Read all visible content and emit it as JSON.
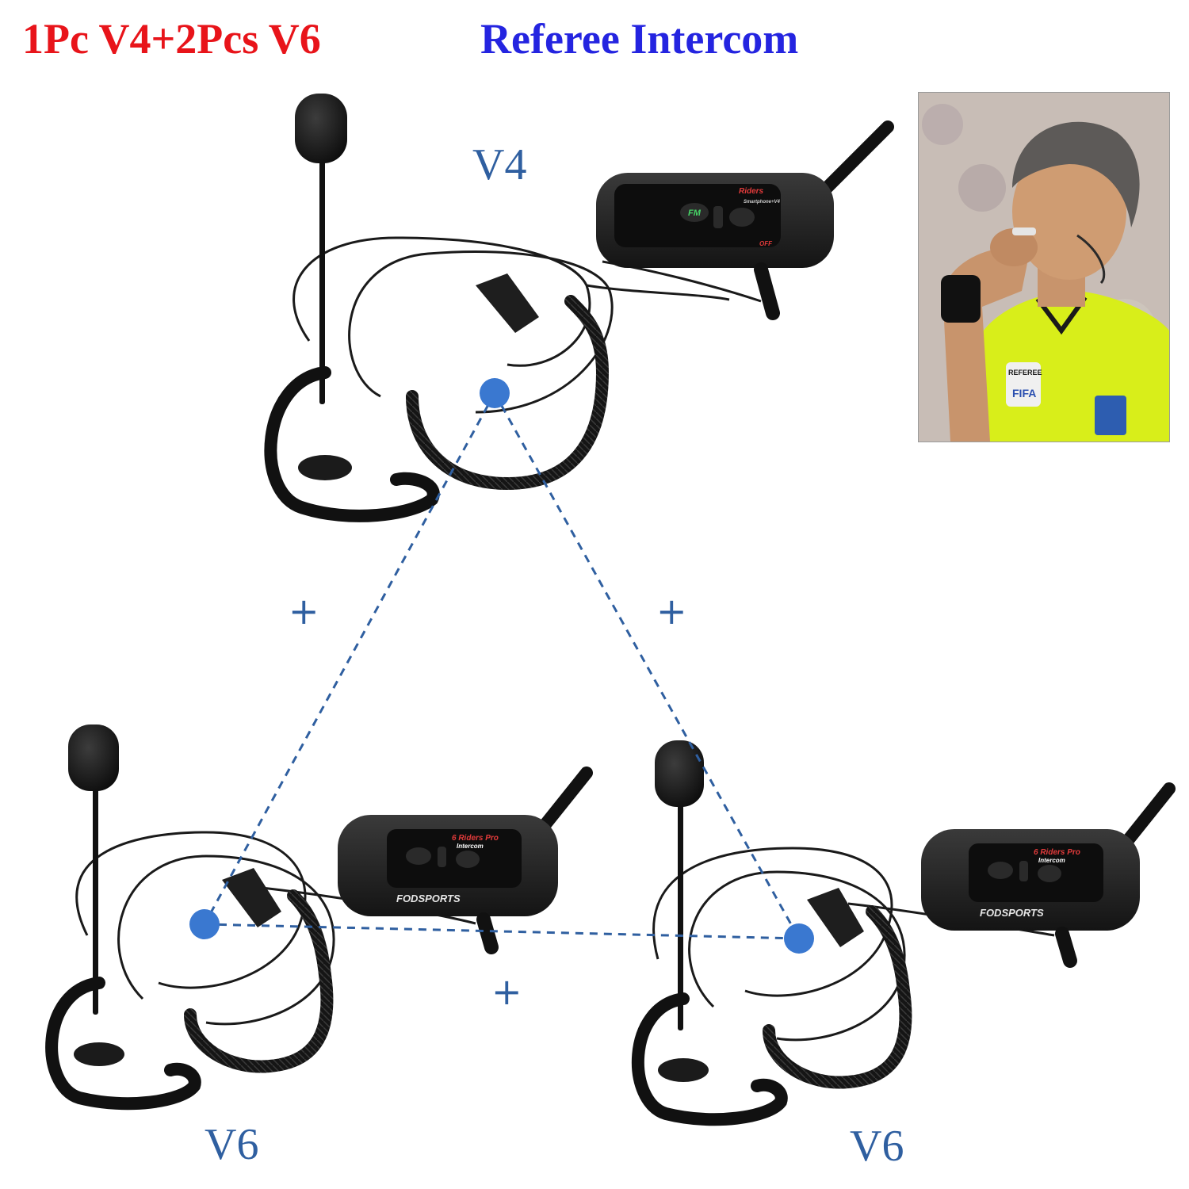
{
  "header": {
    "title_left": "1Pc V4+2Pcs V6",
    "title_right": "Referee Intercom",
    "title_left_color": "#e8141a",
    "title_right_color": "#2424e0"
  },
  "labels": {
    "top": "V4",
    "bottom_left": "V6",
    "bottom_right": "V6",
    "color": "#2f5fa0"
  },
  "connectors": {
    "plus_left": "+",
    "plus_right": "+",
    "plus_bottom": "+",
    "line_color": "#2f5fa0",
    "node_color": "#3a78d0"
  },
  "devices": {
    "v4_brand": "Riders",
    "v4_model": "Smartphone+V4",
    "v4_fm": "FM",
    "v4_off": "OFF",
    "v6_brand": "6 Riders Pro",
    "v6_model": "Intercom",
    "v6_logo": "FODSPORTS"
  },
  "photo": {
    "badge_top": "REFEREE",
    "badge_fifa": "FIFA"
  }
}
